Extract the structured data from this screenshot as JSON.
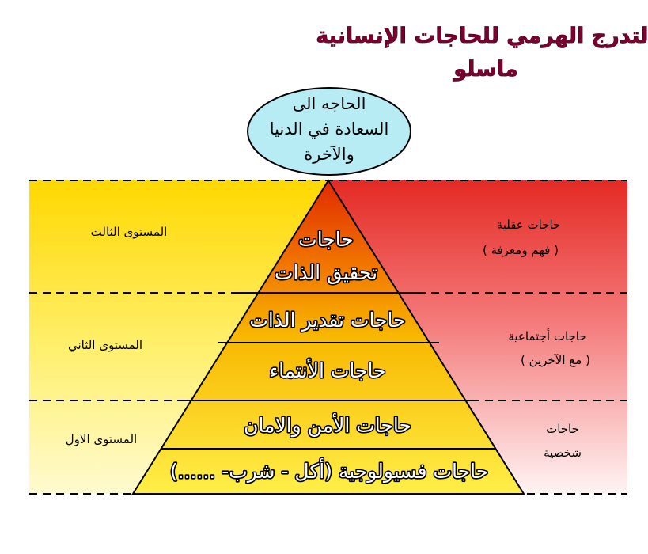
{
  "title": {
    "line1": "التدرج الهرمي للحاجات الإنسانية",
    "line2": "ماسلو"
  },
  "ellipse": {
    "lines": [
      "الحاجه الى",
      "السعادة في الدنيا",
      "والآخرة"
    ]
  },
  "levels": [
    {
      "label": "المستوى الثالث",
      "needs": [
        "حاجات عقلية",
        "( فهم ومعرفة )"
      ]
    },
    {
      "label": "المستوى الثاني",
      "needs": [
        "حاجات أجتماعية",
        "( مع الآخرين )"
      ]
    },
    {
      "label": "المستوى الاول",
      "needs": [
        "حاجات",
        "شخصية"
      ]
    }
  ],
  "pyramid": {
    "layers": [
      [
        "حاجات",
        "تحقيق الذات"
      ],
      [
        "حاجات تقدير الذات"
      ],
      [
        "حاجات الأنتماء"
      ],
      [
        "حاجات الأمن والامان"
      ],
      [
        "حاجات فسيولوجية (أكل - شرب- ......)"
      ]
    ]
  },
  "colors": {
    "left_band_top": "#ffd800",
    "left_band_bottom": "#fff8a0",
    "right_band_top": "#e8302c",
    "right_band_bottom": "#fff0f0",
    "pyramid_top": "#e03000",
    "pyramid_bottom": "#ffee44",
    "ellipse_fill": "#b8ecf4",
    "title": "#7a0030"
  }
}
